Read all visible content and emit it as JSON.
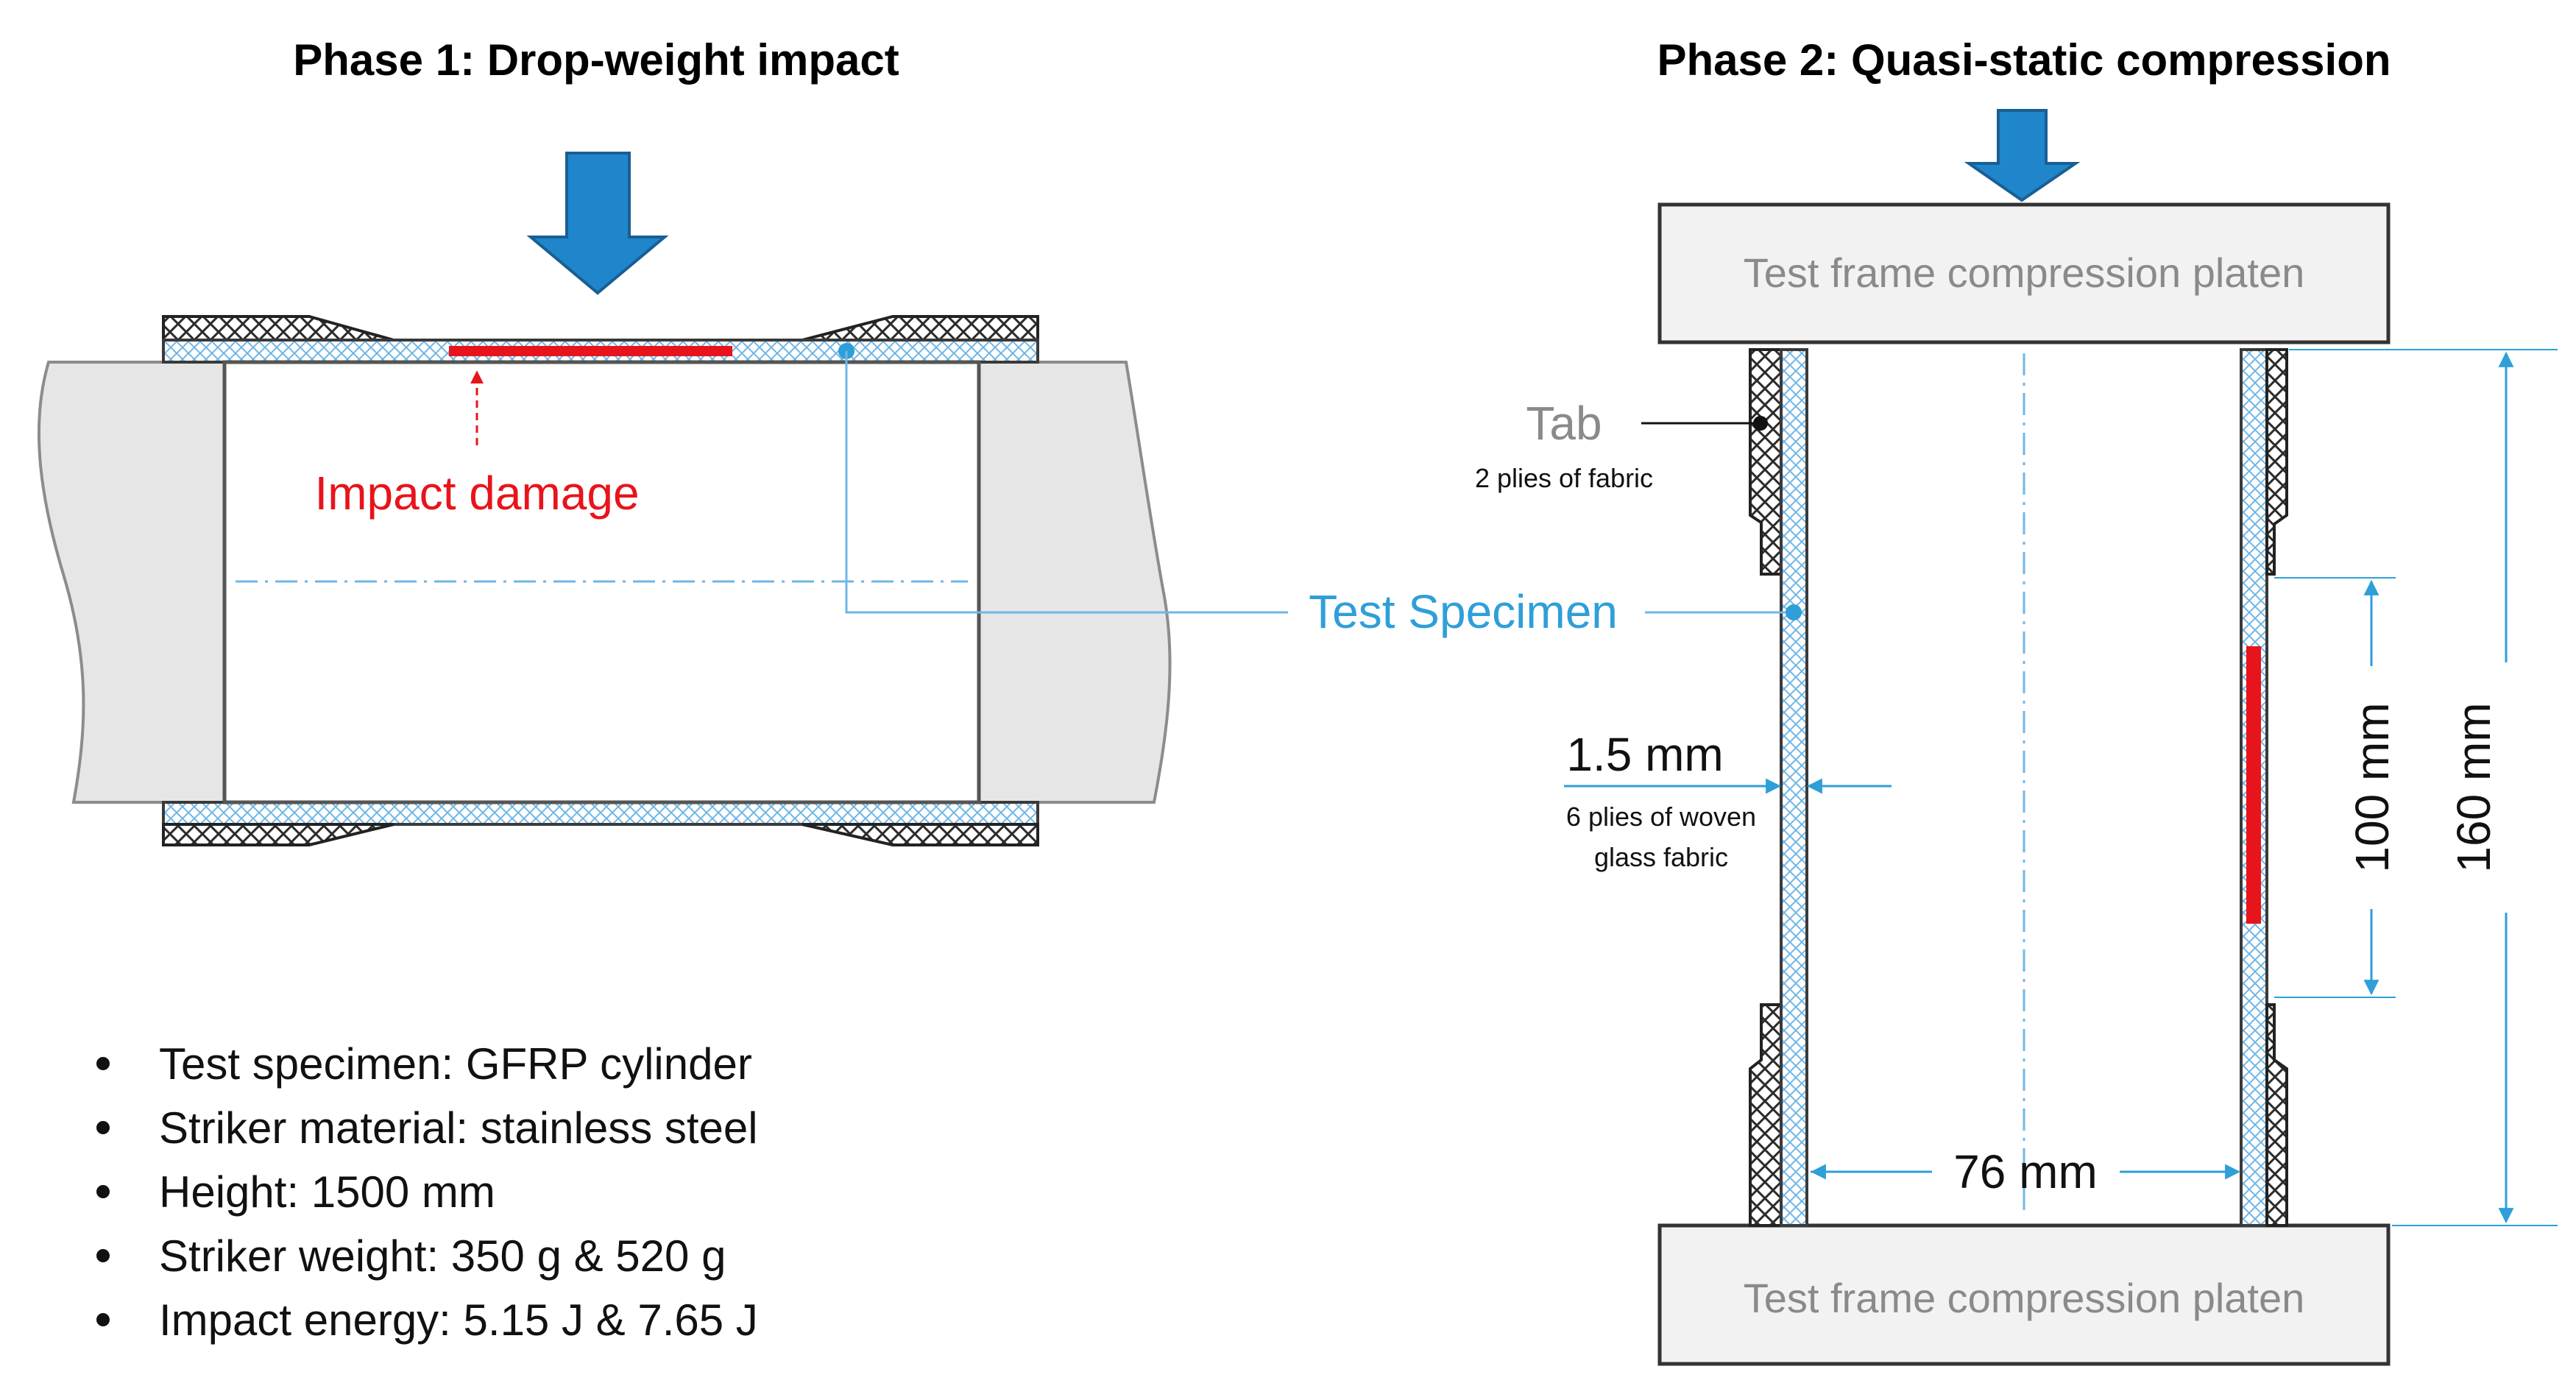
{
  "phase1": {
    "title": "Phase 1: Drop-weight impact",
    "impact_label": "Impact damage",
    "bullets": [
      "Test specimen: GFRP cylinder",
      "Striker material: stainless steel",
      "Height: 1500 mm",
      "Striker weight: 350 g & 520 g",
      "Impact energy: 5.15 J & 7.65 J"
    ]
  },
  "phase2": {
    "title": "Phase 2: Quasi-static compression",
    "platen_top": "Test frame compression platen",
    "platen_bottom": "Test frame compression platen",
    "tab_label": "Tab",
    "tab_sub": "2 plies of fabric",
    "thickness_label": "1.5 mm",
    "thickness_sub1": "6 plies of woven",
    "thickness_sub2": "glass fabric",
    "width_label": "76 mm",
    "gauge_label": "100 mm",
    "height_label": "160 mm"
  },
  "specimen_label": "Test Specimen",
  "colors": {
    "arrow_blue": "#1f86cc",
    "dim_blue": "#2e9fd8",
    "damage_red": "#e8141b",
    "platen_fill": "#f2f2f2"
  }
}
